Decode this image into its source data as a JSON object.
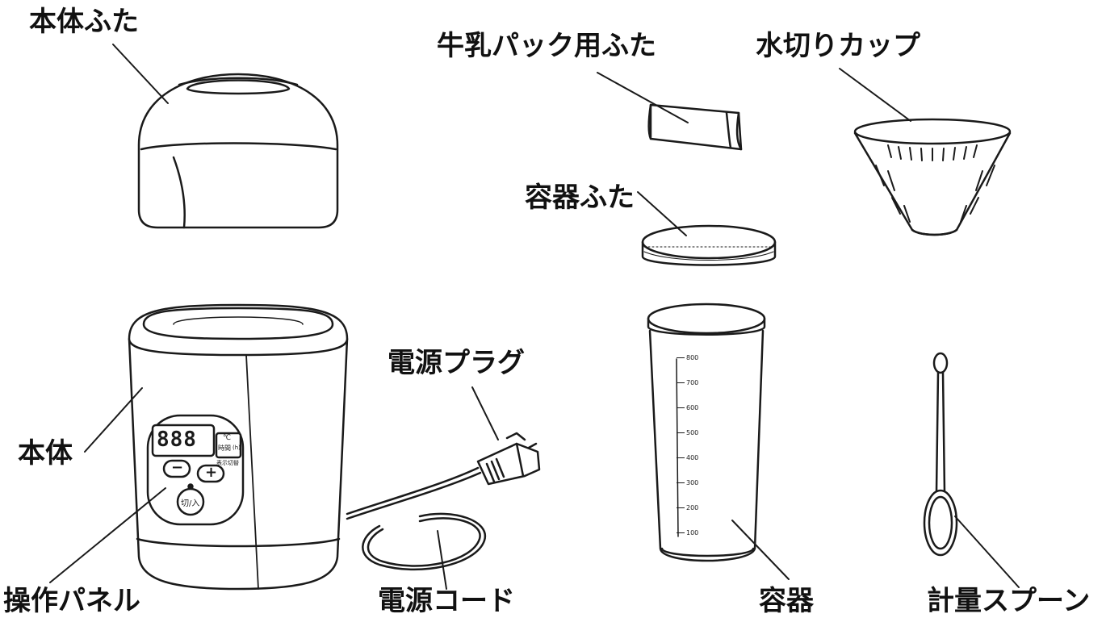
{
  "labels": {
    "body_lid": "本体ふた",
    "milk_pack_lid": "牛乳パック用ふた",
    "drain_cup": "水切りカップ",
    "container_lid": "容器ふた",
    "power_plug": "電源プラグ",
    "body": "本体",
    "control_panel": "操作パネル",
    "power_cord": "電源コード",
    "container": "容器",
    "measuring_spoon": "計量スプーン"
  },
  "panel": {
    "display": "888",
    "unit_celsius": "℃",
    "unit_time": "時間",
    "unit_h": "(h)",
    "display_switch": "表示切替",
    "minus": "−",
    "plus": "+",
    "power": "切/入"
  },
  "container_scale": {
    "marks": [
      "800",
      "700",
      "600",
      "500",
      "400",
      "300",
      "200",
      "100"
    ]
  },
  "colors": {
    "line": "#1a1a1a",
    "fill": "#ffffff"
  }
}
